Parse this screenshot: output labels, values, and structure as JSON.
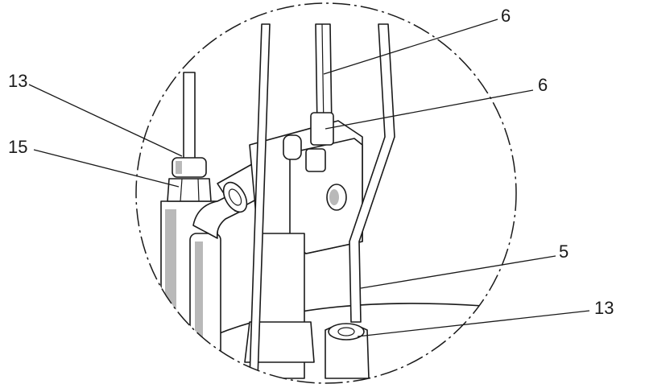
{
  "diagram": {
    "callouts": [
      {
        "id": "c1",
        "text": "6"
      },
      {
        "id": "c2",
        "text": "6"
      },
      {
        "id": "c3",
        "text": "13"
      },
      {
        "id": "c4",
        "text": "15"
      },
      {
        "id": "c5",
        "text": "5"
      },
      {
        "id": "c6",
        "text": "13"
      }
    ]
  }
}
